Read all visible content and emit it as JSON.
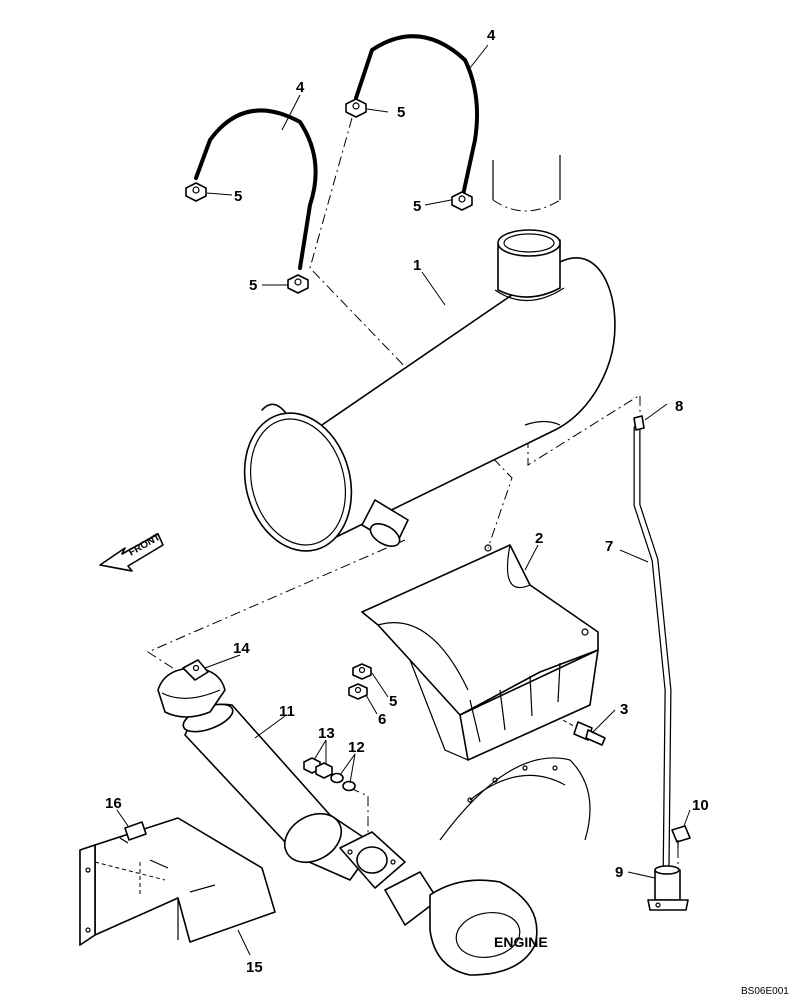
{
  "callouts": {
    "muffler": "1",
    "bracket": "2",
    "bolt_bracket": "3",
    "u_bolt_left": "4",
    "u_bolt_right": "4",
    "nut_a": "5",
    "nut_b": "5",
    "nut_c": "5",
    "nut_d": "5",
    "nut_bracket": "5",
    "washer": "6",
    "drain_pipe": "7",
    "fitting": "8",
    "pipe_holder": "9",
    "bolt_holder": "10",
    "exhaust_pipe": "11",
    "lock_washer": "12",
    "nut_pipe": "13",
    "clamp": "14",
    "cover": "15",
    "bolt_cover": "16"
  },
  "engine_label": "ENGINE",
  "front_label": "FRONT",
  "drawing_code": "BS06E001"
}
